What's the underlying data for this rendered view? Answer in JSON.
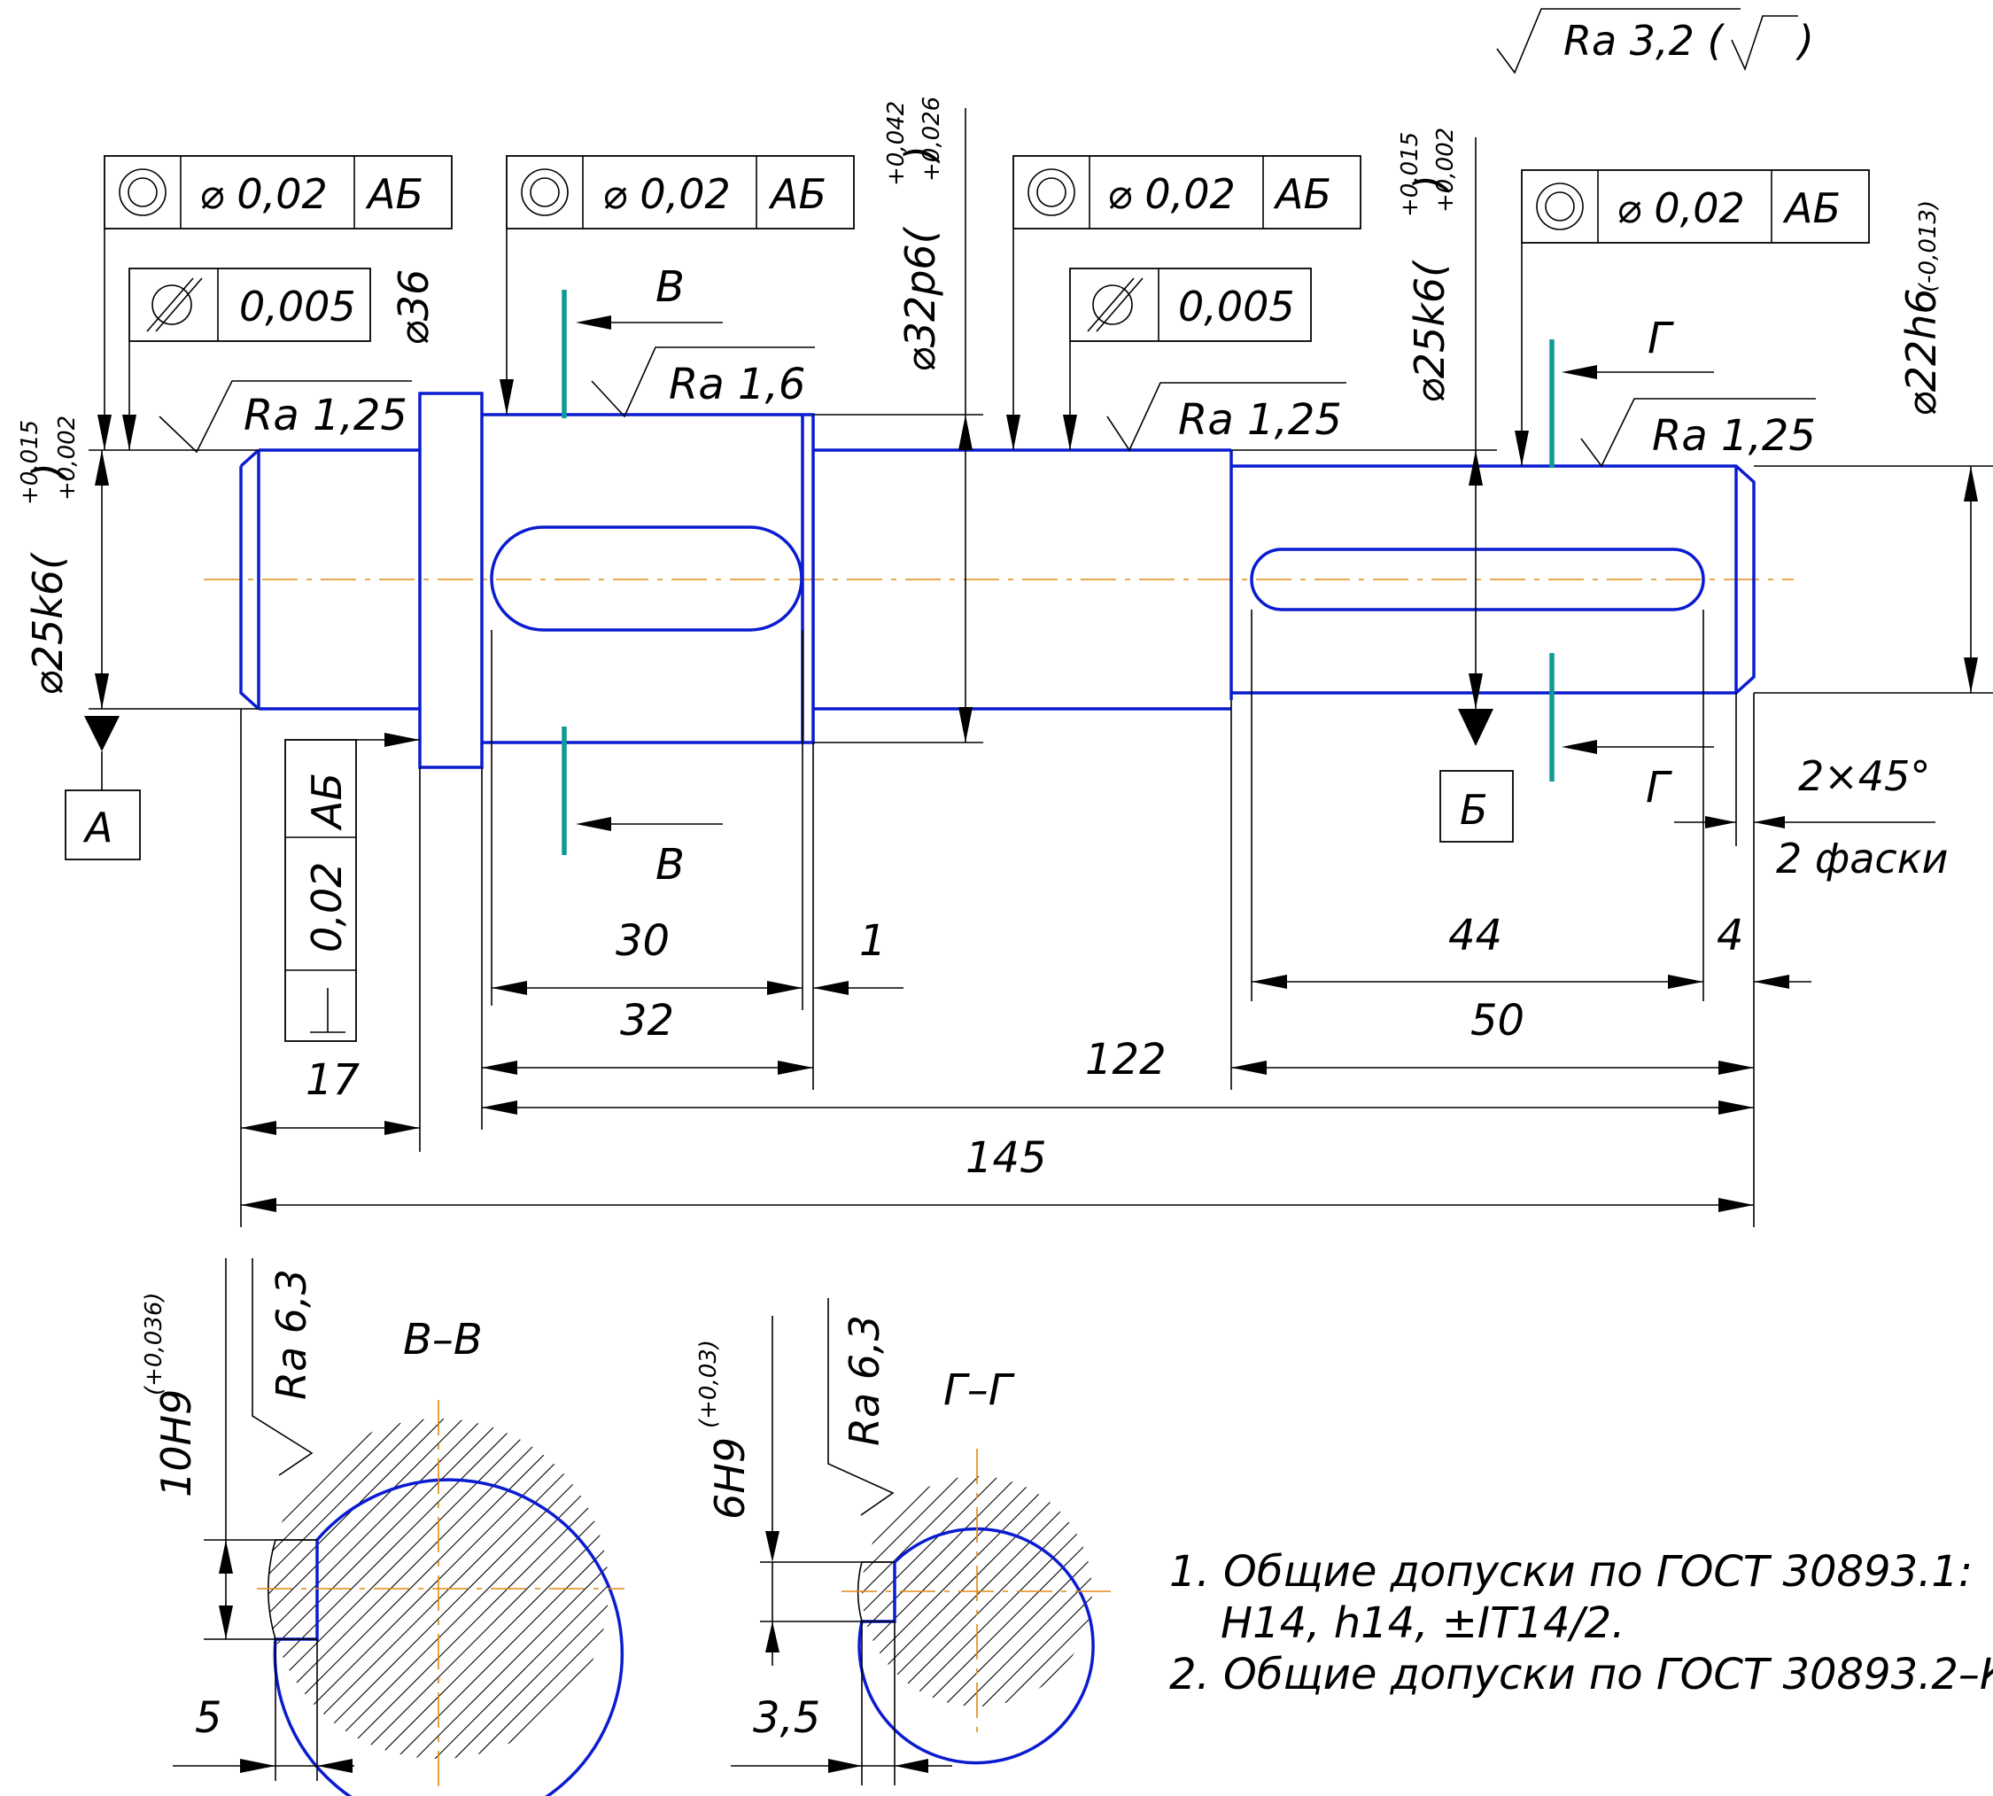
{
  "roughness_general": {
    "symbol": "Ra 3,2 (",
    "close": ")"
  },
  "datums": {
    "a": "А",
    "b": "Б"
  },
  "geometric": {
    "runout": {
      "symbol": "⌾",
      "value": "⌀ 0,02",
      "datum": "АБ"
    },
    "cylindricity": {
      "symbol": "⌭",
      "value": "0,005"
    },
    "perpendicularity": {
      "symbol": "⊥",
      "value": "0,02",
      "datum": "АБ"
    }
  },
  "diameters": {
    "d25_left": {
      "main": "⌀25k6(",
      "upper": "+0,015",
      "lower": "+0,002",
      "close": ")"
    },
    "d36": "⌀36",
    "d32": {
      "main": "⌀32p6(",
      "upper": "+0,042",
      "lower": "+0,026",
      "close": ")"
    },
    "d25_right": {
      "main": "⌀25k6(",
      "upper": "+0,015",
      "lower": "+0,002",
      "close": ")"
    },
    "d22": {
      "main": "⌀22h6",
      "lower": "(-0,013)"
    }
  },
  "roughness": {
    "ra125": "Ra 1,25",
    "ra16": "Ra 1,6",
    "ra63": "Ra 6,3"
  },
  "sections": {
    "v": "В",
    "g": "Г",
    "vv": "В–В",
    "gg": "Г–Г"
  },
  "dimensions": {
    "d30": "30",
    "d1": "1",
    "d32": "32",
    "d17": "17",
    "d122": "122",
    "d145": "145",
    "d44": "44",
    "d4": "4",
    "d50": "50",
    "chamfer": "2×45°",
    "chamfer_note": "2 фаски",
    "d5": "5",
    "d35": "3,5"
  },
  "keyways": {
    "big": {
      "main": "10H9",
      "tol": "(+0,036)"
    },
    "small": {
      "main": "6H9",
      "tol": "(+0,03)"
    }
  },
  "notes": [
    "1. Общие допуски по ГОСТ 30893.1:",
    "H14, h14, ±IT14/2.",
    "2. Общие допуски по ГОСТ 30893.2–К"
  ],
  "colors": {
    "contour": "#0a1ccf",
    "axis": "#e08a10",
    "cutting_plane": "#109a96"
  }
}
